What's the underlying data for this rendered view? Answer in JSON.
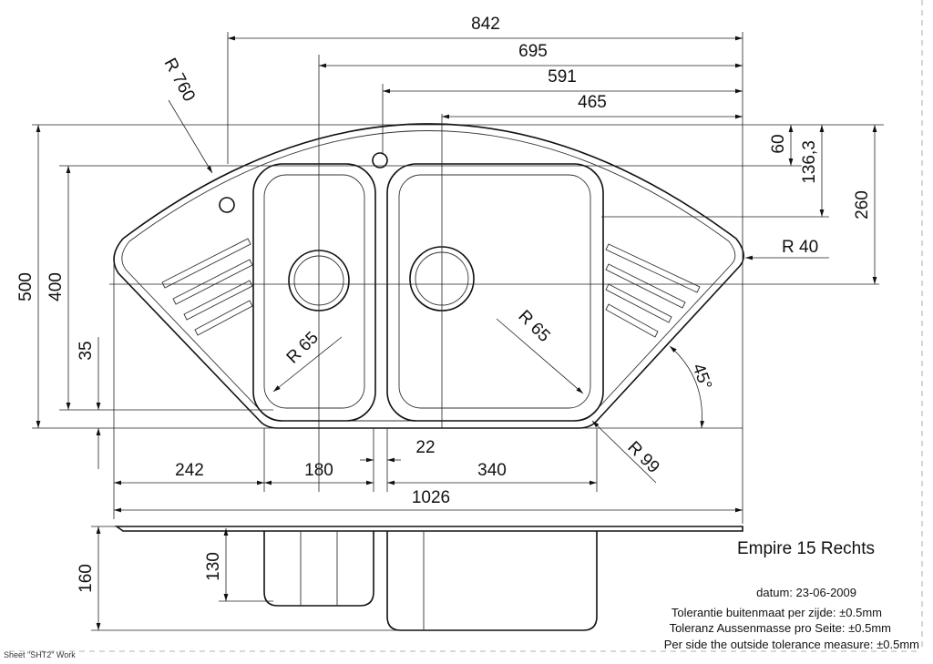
{
  "drawing": {
    "title": "Empire 15 Rechts",
    "date": "datum: 23-06-2009",
    "tolerance_nl": "Tolerantie buitenmaat per zijde: ±0.5mm",
    "tolerance_de": "Toleranz Aussenmasse pro Seite: ±0.5mm",
    "tolerance_en": "Per side the outside tolerance measure: ±0.5mm",
    "sheet": "Sheet \"SHT2\" Work"
  },
  "dimensions": {
    "top": [
      "842",
      "695",
      "591",
      "465"
    ],
    "bottom": [
      "242",
      "180",
      "22",
      "340",
      "1026"
    ],
    "left": [
      "500",
      "400",
      "35",
      "160",
      "130"
    ],
    "right": [
      "60",
      "136,3",
      "260"
    ],
    "radii": [
      "R 760",
      "R 40",
      "R 65",
      "R 65",
      "R 99"
    ],
    "angle": "45°"
  }
}
